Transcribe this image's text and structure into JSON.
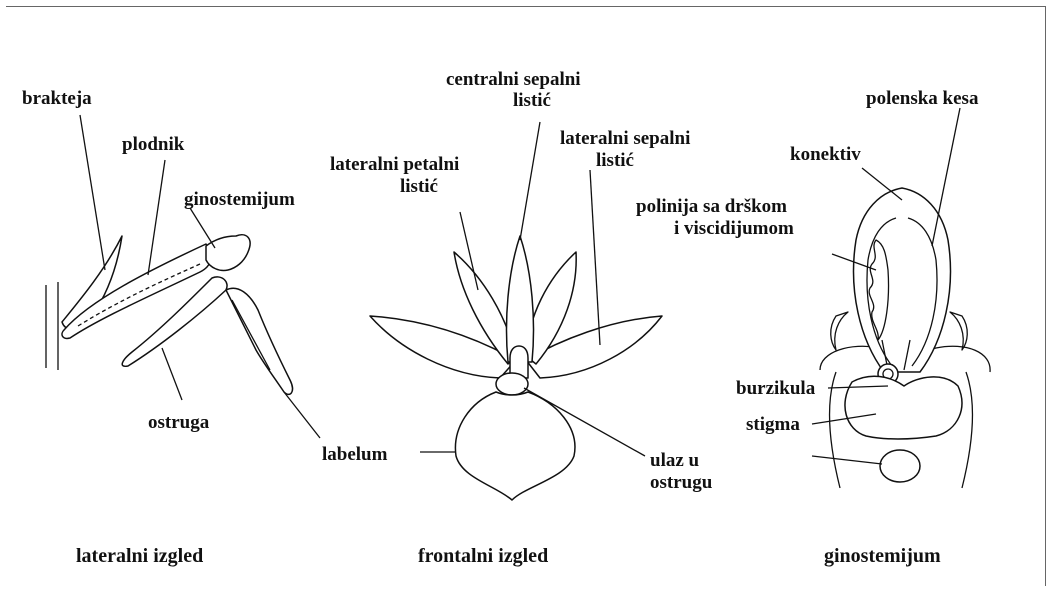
{
  "lateral": {
    "caption": "lateralni izgled",
    "labels": {
      "brakteja": "brakteja",
      "plodnik": "plodnik",
      "ginostemijum": "ginostemijum",
      "ostruga": "ostruga",
      "labelum": "labelum"
    }
  },
  "frontal": {
    "caption": "frontalni izgled",
    "labels": {
      "central_sepal_1": "centralni sepalni",
      "central_sepal_2": "listić",
      "lateral_sepal_1": "lateralni sepalni",
      "lateral_sepal_2": "listić",
      "lateral_petal_1": "lateralni petalni",
      "lateral_petal_2": "listić",
      "spur_entrance_1": "ulaz u",
      "spur_entrance_2": "ostrugu"
    }
  },
  "gynostemium": {
    "caption": "ginostemijum",
    "labels": {
      "pollen_sac": "polenska kesa",
      "connective": "konektiv",
      "pollinia_1": "polinija sa drškom",
      "pollinia_2": "i viscidijumom",
      "bursicle": "burzikula",
      "stigma": "stigma"
    }
  }
}
